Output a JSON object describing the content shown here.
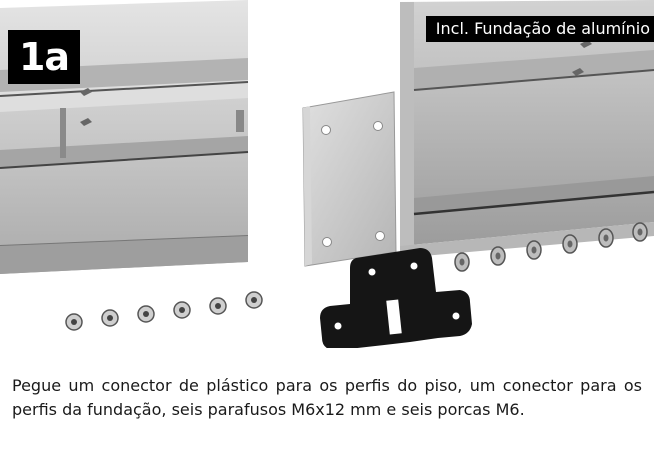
{
  "step": {
    "number": "1a"
  },
  "banner": {
    "text": "Incl. Fundação de alumínio"
  },
  "caption": {
    "text": "Pegue um conector de plástico para os perfis do piso, um conector para os perfis da fundação, seis parafusos M6x12 mm e seis porcas M6."
  },
  "icons": [
    "aluminum-profile-left-illustration",
    "plastic-connector-plate-illustration",
    "aluminum-profile-right-illustration",
    "foundation-connector-illustration",
    "screw-icon",
    "nut-icon"
  ],
  "colors": {
    "badge": "#000000",
    "banner": "#000000",
    "metal": "#c9c9c9",
    "connector": "#151515"
  }
}
